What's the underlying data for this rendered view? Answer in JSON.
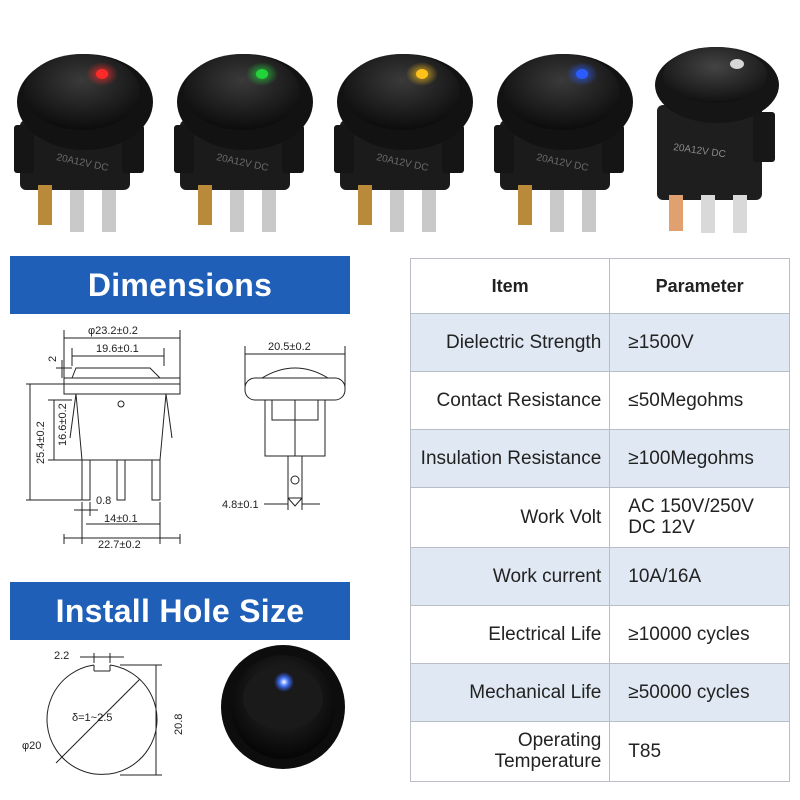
{
  "switches": [
    {
      "color": "red",
      "led": "#ff2a2a",
      "body_label": "20A12V DC"
    },
    {
      "color": "green",
      "led": "#22d43a",
      "body_label": "20A12V DC"
    },
    {
      "color": "yellow",
      "led": "#ffc21a",
      "body_label": "20A12V DC"
    },
    {
      "color": "blue",
      "led": "#2b5cff",
      "body_label": "20A12V DC"
    },
    {
      "color": "white",
      "led": "#f4f4f4",
      "body_label": "20A12V DC"
    }
  ],
  "banners": {
    "dimensions": "Dimensions",
    "install_hole": "Install Hole Size"
  },
  "dimensions_front": {
    "outer_diameter": "φ23.2±0.2",
    "rocker_width": "19.6±0.1",
    "rocker_height": "2",
    "body_height": "16.6±0.2",
    "total_height": "25.4±0.2",
    "pin_width": "0.8",
    "pin_spacing": "14±0.1",
    "base_width": "22.7±0.2"
  },
  "dimensions_side": {
    "body_width": "20.5±0.2",
    "terminal_width": "4.8±0.1"
  },
  "install_hole": {
    "notch": "2.2",
    "thickness": "δ=1~2.5",
    "height": "20.8",
    "diameter": "φ20"
  },
  "table": {
    "headers": {
      "item": "Item",
      "parameter": "Parameter"
    },
    "rows": [
      {
        "item": "Dielectric Strength",
        "parameter": "≥1500V"
      },
      {
        "item": "Contact Resistance",
        "parameter": "≤50Megohms"
      },
      {
        "item": "Insulation Resistance",
        "parameter": "≥100Megohms"
      },
      {
        "item": "Work Volt",
        "parameter": "AC 150V/250V\nDC 12V"
      },
      {
        "item": "Work current",
        "parameter": "10A/16A"
      },
      {
        "item": "Electrical Life",
        "parameter": "≥10000 cycles"
      },
      {
        "item": "Mechanical Life",
        "parameter": "≥50000 cycles"
      },
      {
        "item": "Operating\nTemperature",
        "parameter": "T85"
      }
    ]
  },
  "colors": {
    "banner_blue": "#1f5fb8",
    "table_shade": "#dfe8f3",
    "switch_body": "#1b1b1b"
  }
}
